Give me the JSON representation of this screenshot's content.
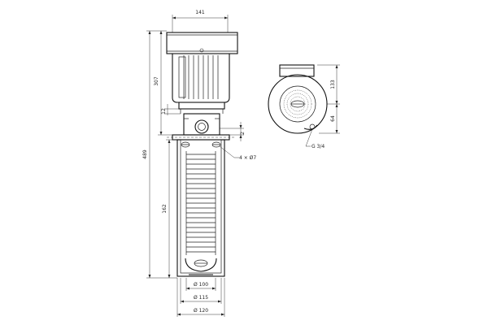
{
  "drawing": {
    "front_view": {
      "dim_width_top": "141",
      "dim_motor_height": "307",
      "dim_overall_height": "489",
      "dim_small_gap": "12",
      "dim_nozzle": "2",
      "dim_bolts": "4 × Ø7",
      "dim_stack_height": "162",
      "dim_d100": "Ø 100",
      "dim_d115": "Ø 115",
      "dim_d120": "Ø 120"
    },
    "side_view": {
      "dim_133": "133",
      "dim_64": "64",
      "dim_thread": "G 3/4"
    }
  },
  "colors": {
    "ink": "#222222",
    "background": "#ffffff"
  }
}
